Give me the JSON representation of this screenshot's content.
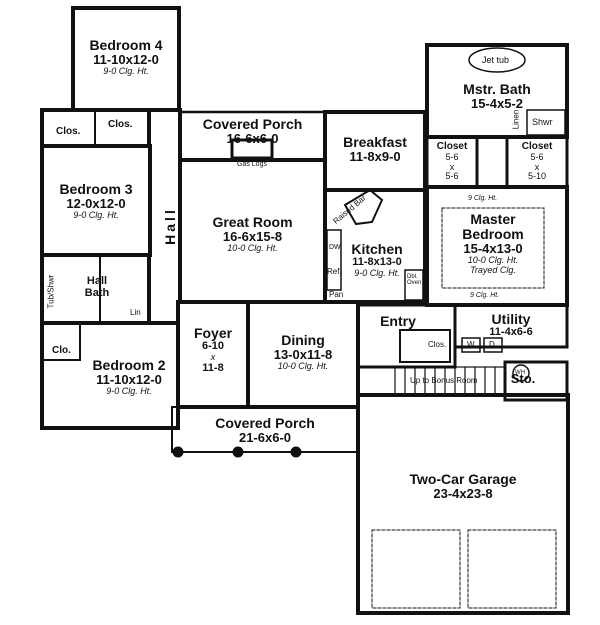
{
  "rooms": {
    "bedroom4": {
      "name": "Bedroom 4",
      "dims": "11-10x12-0",
      "clg": "9-0 Clg. Ht."
    },
    "covered_porch_rear": {
      "name": "Covered Porch",
      "dims": "16-6x6-0"
    },
    "breakfast": {
      "name": "Breakfast",
      "dims": "11-8x9-0"
    },
    "mstr_bath": {
      "name": "Mstr. Bath",
      "dims": "15-4x5-2"
    },
    "bedroom3": {
      "name": "Bedroom 3",
      "dims": "12-0x12-0",
      "clg": "9-0 Clg. Ht."
    },
    "great_room": {
      "name": "Great Room",
      "dims": "16-6x15-8",
      "clg": "10-0 Clg. Ht."
    },
    "kitchen": {
      "name": "Kitchen",
      "dims": "11-8x13-0",
      "clg": "9-0 Clg. Ht."
    },
    "master_bedroom": {
      "name1": "Master",
      "name2": "Bedroom",
      "dims": "15-4x13-0",
      "clg": "10-0 Clg. Ht.",
      "note": "Trayed Clg."
    },
    "hall_bath": {
      "name1": "Hall",
      "name2": "Bath"
    },
    "hall": {
      "name": "Hall"
    },
    "foyer": {
      "name": "Foyer",
      "d1": "6-10",
      "x": "x",
      "d2": "11-8"
    },
    "dining": {
      "name": "Dining",
      "dims": "13-0x11-8",
      "clg": "10-0 Clg. Ht."
    },
    "entry": {
      "name": "Entry"
    },
    "utility": {
      "name": "Utility",
      "dims": "11-4x6-6"
    },
    "bedroom2": {
      "name": "Bedroom 2",
      "dims": "11-10x12-0",
      "clg": "9-0 Clg. Ht."
    },
    "covered_porch_front": {
      "name": "Covered Porch",
      "dims": "21-6x6-0"
    },
    "sto": {
      "name": "Sto."
    },
    "garage": {
      "name": "Two-Car Garage",
      "dims": "23-4x23-8"
    }
  },
  "closets": {
    "closet_left": {
      "name": "Closet",
      "d1": "5-6",
      "x": "x",
      "d2": "5-6"
    },
    "closet_right": {
      "name": "Closet",
      "d1": "5-6",
      "x": "x",
      "d2": "5-10"
    }
  },
  "fixtures": {
    "jet_tub": "Jet tub",
    "shwr": "Shwr",
    "linen": "Linen",
    "gas_logs": "Gas Logs",
    "raised_bar": "Raised Bar",
    "dw": "DW",
    "ref": "Ref.",
    "pan": "Pan",
    "dbl_oven": "Dbl. Oven",
    "tub_shwr": "Tub/Shwr",
    "lin": "Lin",
    "clos": "Clos.",
    "clo": "Clo.",
    "w": "W",
    "d": "D",
    "wh": "WH",
    "up_to_bonus": "Up to Bonus Room",
    "clg_9": "9 Clg. Ht."
  }
}
